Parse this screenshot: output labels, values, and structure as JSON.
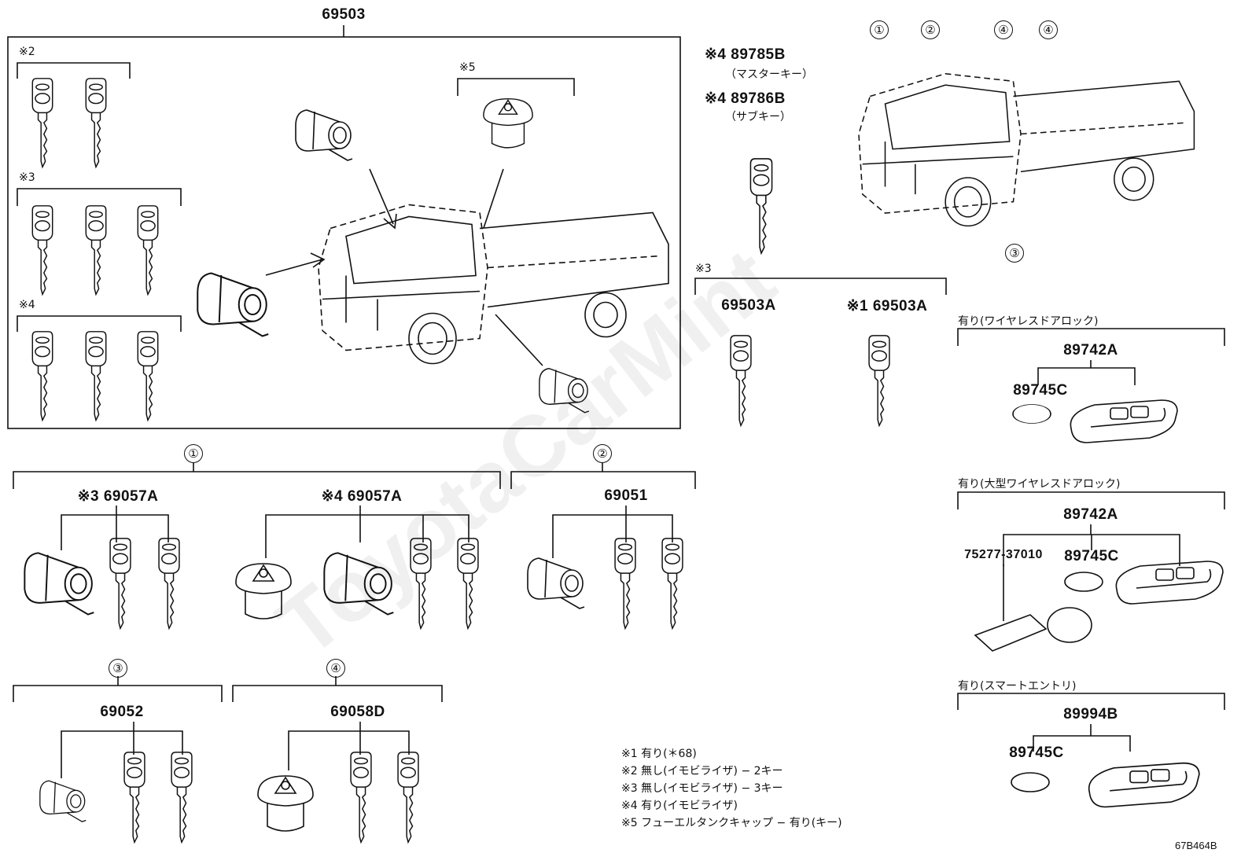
{
  "watermark": "ToyotaCarMint",
  "main_group": {
    "part": "69503"
  },
  "subgroups": {
    "g2": "※2",
    "g3": "※3",
    "g4": "※4",
    "g5": "※5"
  },
  "master_key": {
    "part": "※4 89785B",
    "name": "（マスターキー）"
  },
  "sub_key": {
    "part": "※4 89786B",
    "name": "（サブキー）"
  },
  "key_set": {
    "group": "※3",
    "left": "69503A",
    "right": "※1 69503A"
  },
  "callouts": {
    "c1": "①",
    "c2": "②",
    "c3": "③",
    "c4": "④"
  },
  "cylinder_sets": {
    "set1_a": "※3 69057A",
    "set1_b": "※4 69057A",
    "set2": "69051",
    "set3": "69052",
    "set4": "69058D"
  },
  "remotes": {
    "wireless": {
      "title": "有り(ワイヤレスドアロック)",
      "part": "89742A",
      "battery": "89745C"
    },
    "large_wireless": {
      "title": "有り(大型ワイヤレスドアロック)",
      "part": "89742A",
      "plate": "75277-37010",
      "battery": "89745C"
    },
    "smart": {
      "title": "有り(スマートエントリ)",
      "part": "89994B",
      "battery": "89745C"
    }
  },
  "notes": [
    "※1 有り(＊68)",
    "※2 無し(イモビライザ) − 2キー",
    "※3 無し(イモビライザ) − 3キー",
    "※4 有り(イモビライザ)",
    "※5 フューエルタンクキャップ − 有り(キー)"
  ],
  "diagram_id": "67B464B"
}
